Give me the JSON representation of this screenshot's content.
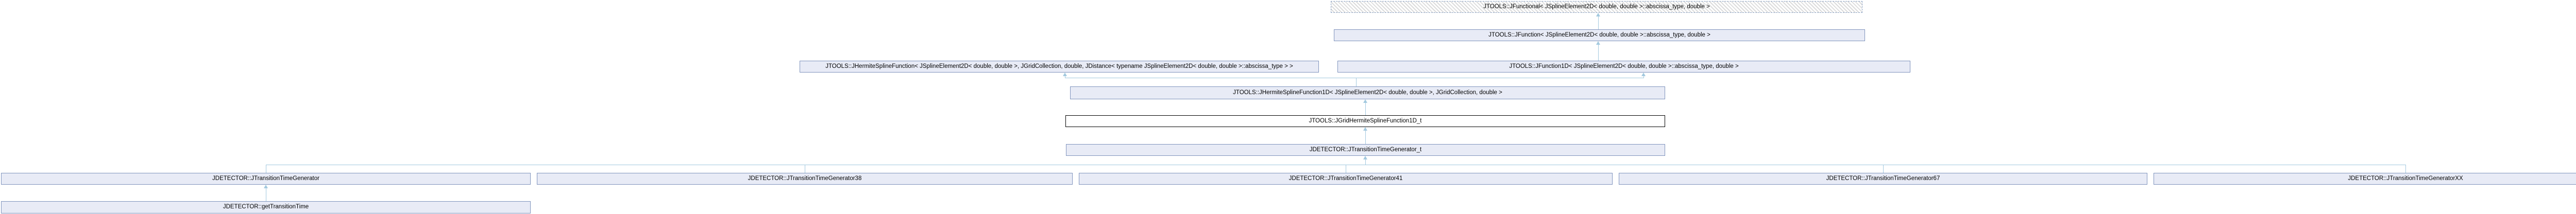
{
  "diagram": {
    "type": "class-inheritance-graph",
    "nodes": {
      "jfunctional": {
        "label": "JTOOLS::JFunctional< JSplineElement2D< double, double >::abscissa_type, double >",
        "style": "template-dashed"
      },
      "jfunction": {
        "label": "JTOOLS::JFunction< JSplineElement2D< double, double >::abscissa_type, double >",
        "style": "class"
      },
      "jhermitesplinefunction": {
        "label": "JTOOLS::JHermiteSplineFunction< JSplineElement2D< double, double >, JGridCollection, double, JDistance< typename JSplineElement2D< double, double >::abscissa_type > >",
        "style": "class"
      },
      "jfunction1d": {
        "label": "JTOOLS::JFunction1D< JSplineElement2D< double, double >::abscissa_type, double >",
        "style": "class"
      },
      "jhermitesplinefunction1d": {
        "label": "JTOOLS::JHermiteSplineFunction1D< JSplineElement2D< double, double >, JGridCollection, double >",
        "style": "class"
      },
      "jgridhermitesplinefunction1d_t": {
        "label": "JTOOLS::JGridHermiteSplineFunction1D_t",
        "style": "focus"
      },
      "jtransitiontimegenerator_t": {
        "label": "JDETECTOR::JTransitionTimeGenerator_t",
        "style": "class"
      },
      "jtransitiontimegenerator": {
        "label": "JDETECTOR::JTransitionTimeGenerator",
        "style": "class"
      },
      "jtransitiontimegenerator38": {
        "label": "JDETECTOR::JTransitionTimeGenerator38",
        "style": "class"
      },
      "jtransitiontimegenerator41": {
        "label": "JDETECTOR::JTransitionTimeGenerator41",
        "style": "class"
      },
      "jtransitiontimegenerator67": {
        "label": "JDETECTOR::JTransitionTimeGenerator67",
        "style": "class"
      },
      "jtransitiontimegeneratorxx": {
        "label": "JDETECTOR::JTransitionTimeGeneratorXX",
        "style": "class"
      },
      "gettransitiontime": {
        "label": "JDETECTOR::getTransitionTime",
        "style": "class"
      }
    },
    "edges": [
      {
        "from": "jfunction",
        "to": "jfunctional"
      },
      {
        "from": "jfunction1d",
        "to": "jfunction"
      },
      {
        "from": "jhermitesplinefunction1d",
        "to": "jhermitesplinefunction"
      },
      {
        "from": "jhermitesplinefunction1d",
        "to": "jfunction1d"
      },
      {
        "from": "jgridhermitesplinefunction1d_t",
        "to": "jhermitesplinefunction1d"
      },
      {
        "from": "jtransitiontimegenerator_t",
        "to": "jgridhermitesplinefunction1d_t"
      },
      {
        "from": "jtransitiontimegenerator",
        "to": "jtransitiontimegenerator_t"
      },
      {
        "from": "jtransitiontimegenerator38",
        "to": "jtransitiontimegenerator_t"
      },
      {
        "from": "jtransitiontimegenerator41",
        "to": "jtransitiontimegenerator_t"
      },
      {
        "from": "jtransitiontimegenerator67",
        "to": "jtransitiontimegenerator_t"
      },
      {
        "from": "jtransitiontimegeneratorxx",
        "to": "jtransitiontimegenerator_t"
      },
      {
        "from": "gettransitiontime",
        "to": "jtransitiontimegenerator"
      }
    ],
    "colors": {
      "node_fill": "#e8ebf6",
      "node_border": "#8094bd",
      "focus_fill": "#ffffff",
      "focus_border": "#000000",
      "edge": "#a3c9df",
      "hatch": "#dcdcdc",
      "dashed_border": "#8ba2c4",
      "text": "#000000",
      "bg": "#ffffff"
    }
  }
}
